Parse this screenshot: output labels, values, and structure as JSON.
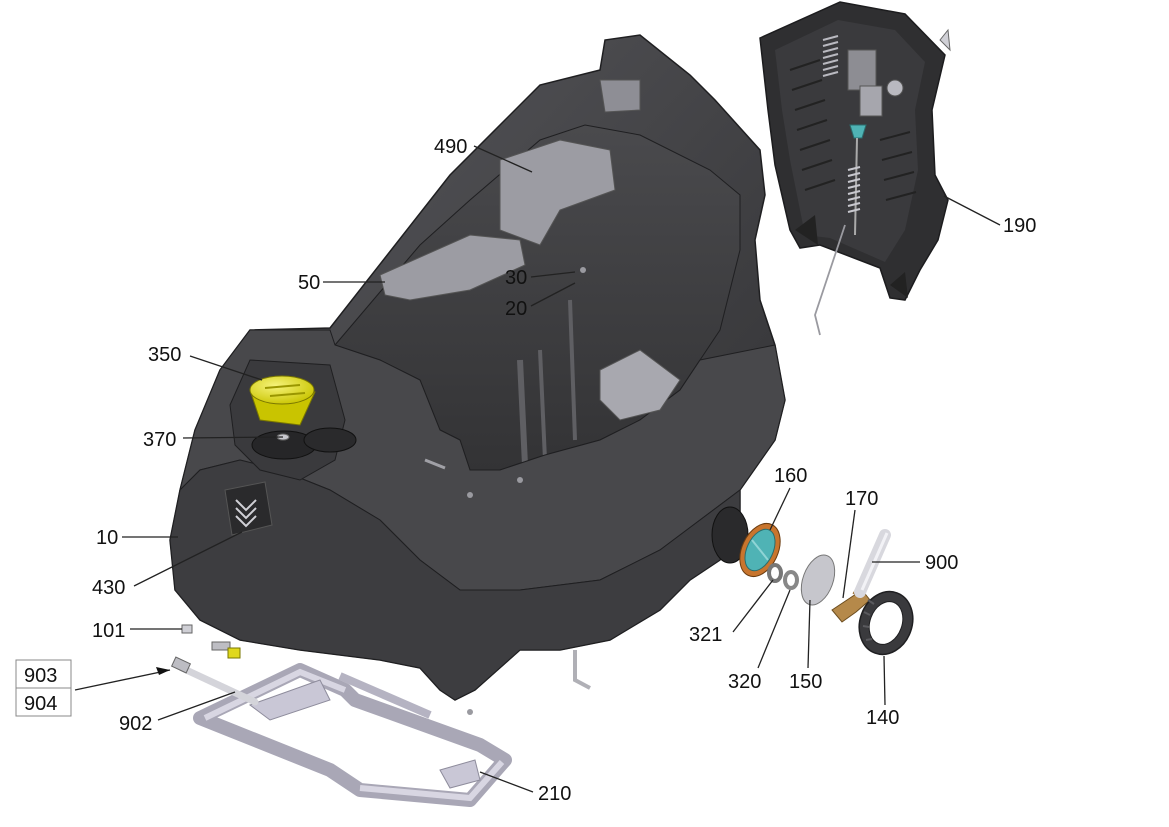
{
  "colors": {
    "body_dark": "#3c3c3e",
    "body_mid": "#4a4a4d",
    "body_light": "#5d5d61",
    "plate_grey": "#9c9ca3",
    "frame_lavender": "#c9c7d6",
    "cap_yellow": "#e8e41c",
    "seal_orange": "#c8752e",
    "lens_teal": "#4fb3b5",
    "brass": "#b5894a",
    "leader": "#222222"
  },
  "callouts": {
    "c490": "490",
    "c50": "50",
    "c30": "30",
    "c20": "20",
    "c350": "350",
    "c370": "370",
    "c10": "10",
    "c430": "430",
    "c101": "101",
    "c903": "903",
    "c904": "904",
    "c902": "902",
    "c210": "210",
    "c190": "190",
    "c160": "160",
    "c170": "170",
    "c900": "900",
    "c321": "321",
    "c320": "320",
    "c150": "150",
    "c140": "140"
  }
}
